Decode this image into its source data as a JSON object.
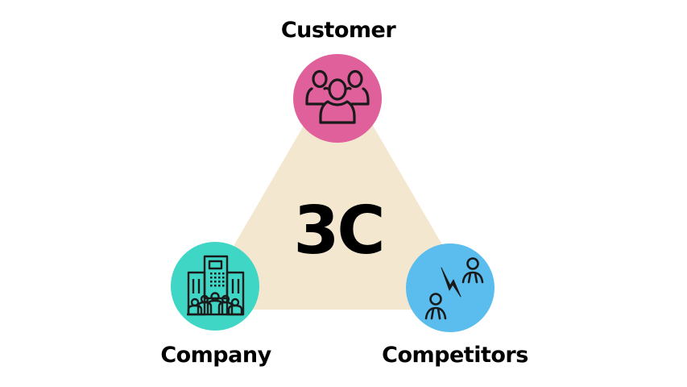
{
  "diagram": {
    "title": "3C",
    "colors": {
      "triangle_fill": "#F3E7CF",
      "customer": "#E0609B",
      "company": "#3FD6C6",
      "competitors": "#5BBDEE",
      "icon_stroke": "#1A1A1A",
      "text": "#000000"
    },
    "nodes": [
      {
        "id": "customer",
        "label": "Customer",
        "icon": "people-group-icon"
      },
      {
        "id": "company",
        "label": "Company",
        "icon": "office-building-team-icon"
      },
      {
        "id": "competitors",
        "label": "Competitors",
        "icon": "rivals-conflict-icon"
      }
    ]
  }
}
